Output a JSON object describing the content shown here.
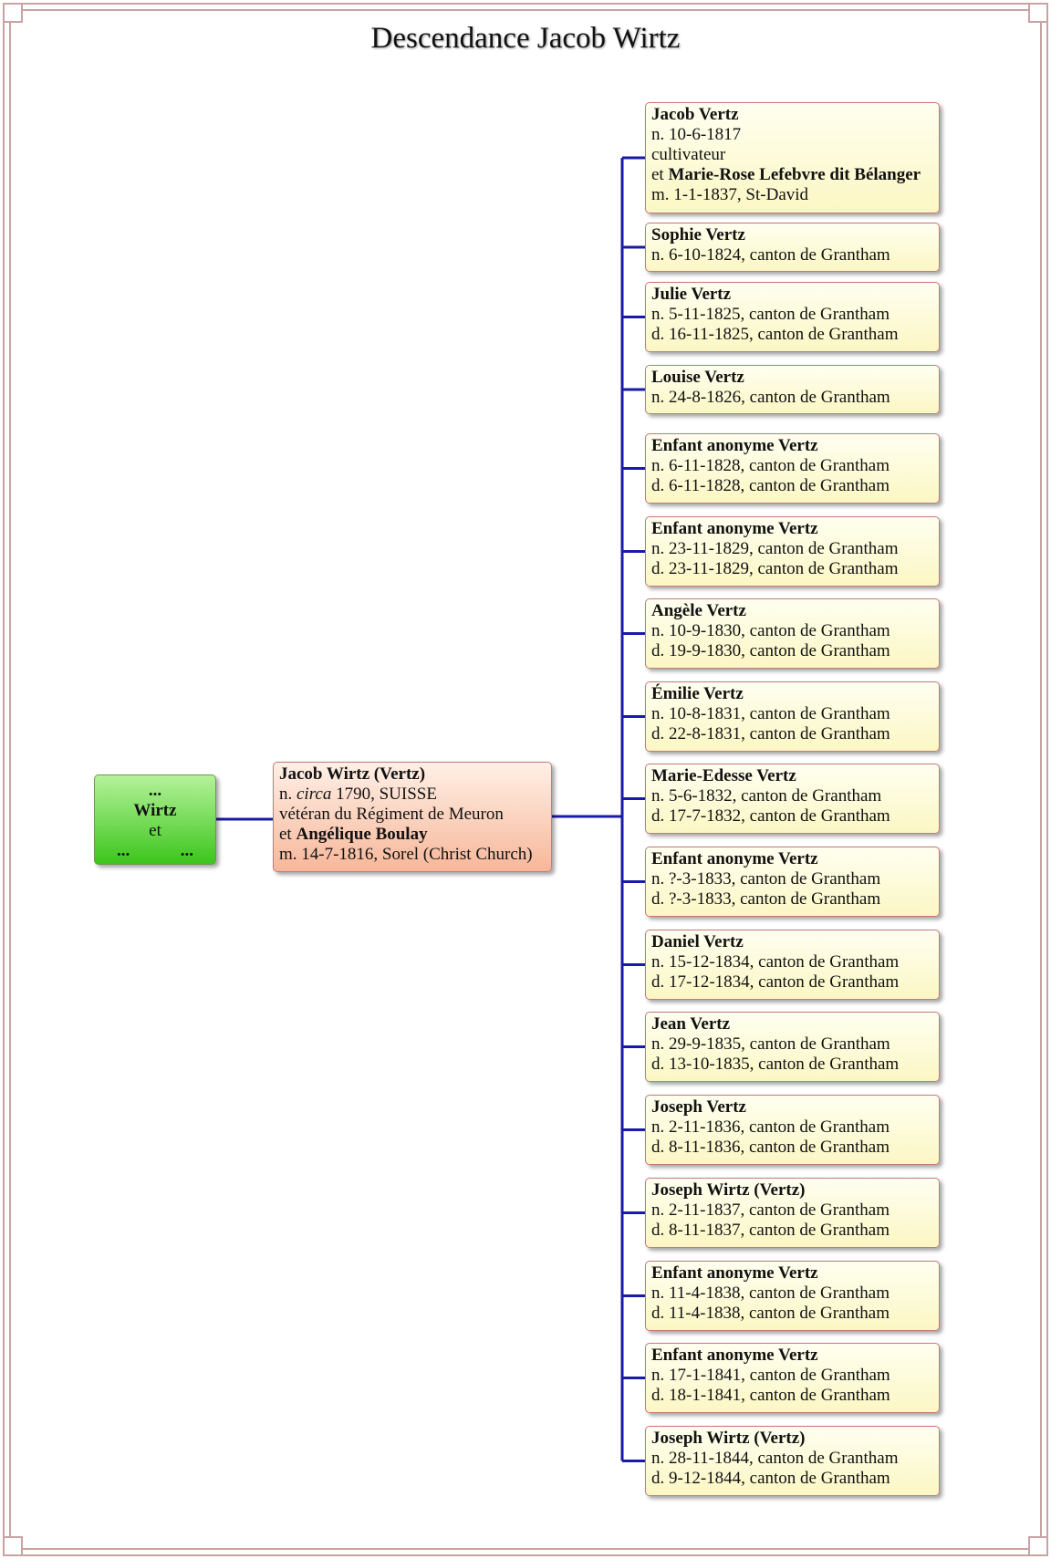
{
  "title": "Descendance Jacob Wirtz",
  "ancestor": {
    "top": "...",
    "name": "Wirtz",
    "conj": "et",
    "left_dots": "...",
    "right_dots": "..."
  },
  "parent": {
    "name": "Jacob Wirtz (Vertz)",
    "birth_prefix": "n. ",
    "birth_circa": "circa",
    "birth_rest": " 1790, SUISSE",
    "note": "vétéran du Régiment de Meuron",
    "spouse_prefix": "et ",
    "spouse": "Angélique Boulay",
    "marriage": "m. 14-7-1816, Sorel (Christ Church)"
  },
  "children": [
    {
      "name": "Jacob Vertz",
      "line1": "n. 10-6-1817",
      "line2": "cultivateur",
      "spouse_prefix": "et ",
      "spouse": "Marie-Rose Lefebvre dit Bélanger",
      "marriage": "m. 1-1-1837, St-David"
    },
    {
      "name": "Sophie Vertz",
      "line1": "n. 6-10-1824, canton de Grantham"
    },
    {
      "name": "Julie Vertz",
      "line1": "n. 5-11-1825, canton de Grantham",
      "line2": "d. 16-11-1825, canton de Grantham"
    },
    {
      "name": "Louise Vertz",
      "line1": "n. 24-8-1826, canton de Grantham"
    },
    {
      "name": "Enfant anonyme Vertz",
      "line1": "n. 6-11-1828, canton de Grantham",
      "line2": "d. 6-11-1828, canton de Grantham"
    },
    {
      "name": "Enfant anonyme Vertz",
      "line1": "n. 23-11-1829, canton de Grantham",
      "line2": "d. 23-11-1829, canton de Grantham"
    },
    {
      "name": "Angèle Vertz",
      "line1": "n. 10-9-1830, canton de Grantham",
      "line2": "d. 19-9-1830, canton de Grantham"
    },
    {
      "name": "Émilie Vertz",
      "line1": "n. 10-8-1831, canton de Grantham",
      "line2": "d. 22-8-1831, canton de Grantham"
    },
    {
      "name": "Marie-Edesse Vertz",
      "line1": "n. 5-6-1832, canton de Grantham",
      "line2": "d. 17-7-1832, canton de Grantham"
    },
    {
      "name": "Enfant anonyme Vertz",
      "line1": "n. ?-3-1833, canton de Grantham",
      "line2": "d. ?-3-1833, canton de Grantham"
    },
    {
      "name": "Daniel Vertz",
      "line1": "n. 15-12-1834, canton de Grantham",
      "line2": "d. 17-12-1834, canton de Grantham"
    },
    {
      "name": "Jean Vertz",
      "line1": "n. 29-9-1835, canton de Grantham",
      "line2": "d. 13-10-1835, canton de Grantham"
    },
    {
      "name": "Joseph Vertz",
      "line1": "n. 2-11-1836, canton de Grantham",
      "line2": "d. 8-11-1836, canton de Grantham"
    },
    {
      "name": "Joseph Wirtz (Vertz)",
      "line1": "n. 2-11-1837, canton de Grantham",
      "line2": "d. 8-11-1837, canton de Grantham"
    },
    {
      "name": "Enfant anonyme Vertz",
      "line1": "n. 11-4-1838, canton de Grantham",
      "line2": "d. 11-4-1838, canton de Grantham"
    },
    {
      "name": "Enfant anonyme Vertz",
      "line1": "n. 17-1-1841, canton de Grantham",
      "line2": "d. 18-1-1841, canton de Grantham"
    },
    {
      "name": "Joseph Wirtz (Vertz)",
      "line1": "n. 28-11-1844, canton de Grantham",
      "line2": "d. 9-12-1844, canton de Grantham"
    }
  ],
  "colors": {
    "connector": "#1a1aa8",
    "frame": "#c9a3a3",
    "child_fill": "#fbf7c4",
    "parent_fill": "#f7b79a",
    "ancestor_fill": "#3cc61c"
  }
}
